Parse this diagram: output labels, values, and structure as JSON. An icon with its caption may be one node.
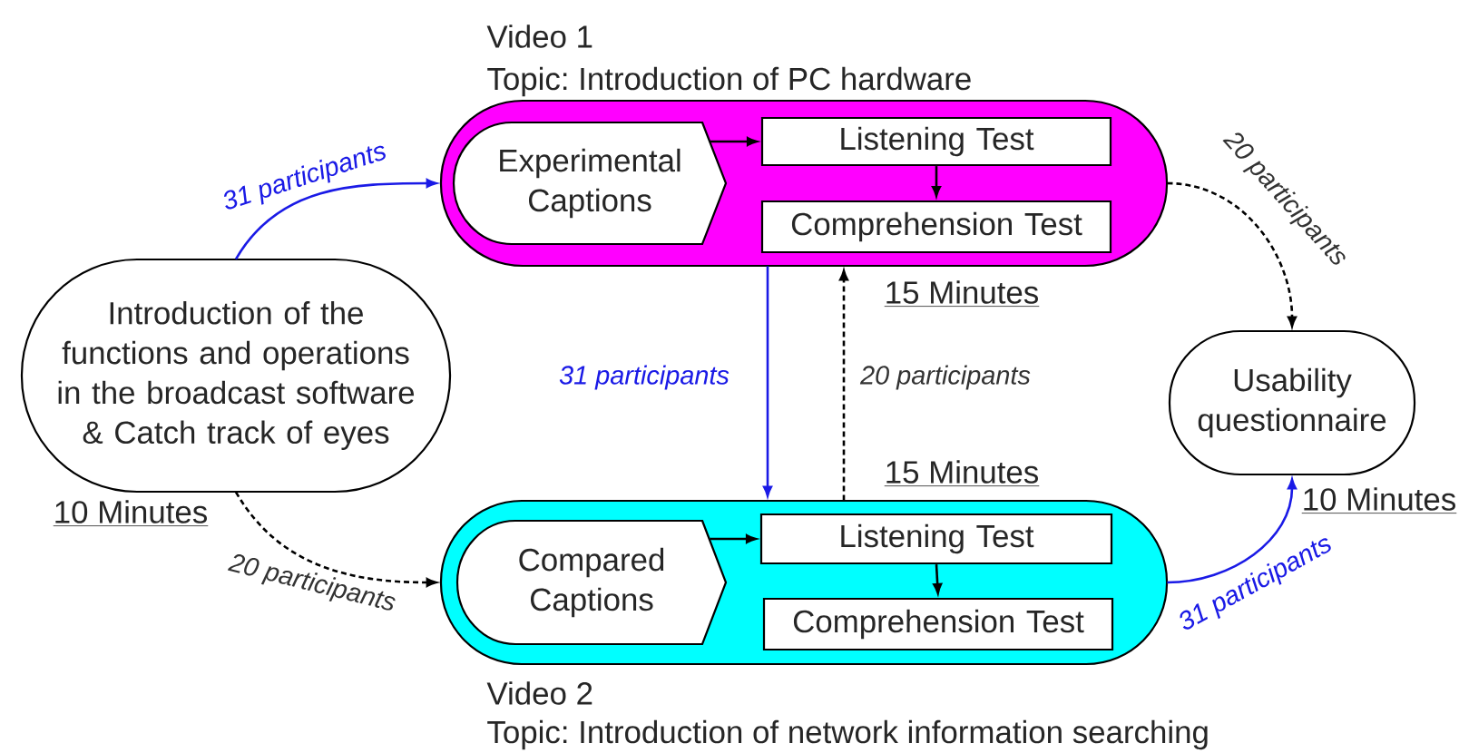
{
  "diagram": {
    "nodes": [
      {
        "text": [
          "Introduction of the functions and operations in the broadcast software & Catch track of eyes"
        ],
        "beside": [
          "10 Minutes"
        ]
      },
      {
        "text": [
          "Video 1",
          "Topic: Introduction of PC hardware"
        ],
        "beside": [
          "15 Minutes"
        ]
      },
      {
        "text": [
          "Experimental Captions"
        ],
        "in": 1
      },
      {
        "text": [
          "Listening Test"
        ],
        "in": 1
      },
      {
        "text": [
          "Comprehension Test"
        ],
        "in": 1
      },
      {
        "text": [
          "Video 2",
          "Topic: Introduction of network information searching"
        ],
        "beside": [
          "15 Minutes"
        ]
      },
      {
        "text": [
          "Compared Captions"
        ],
        "in": 5
      },
      {
        "text": [
          "Listening Test"
        ],
        "in": 5
      },
      {
        "text": [
          "Comprehension Test"
        ],
        "in": 5
      },
      {
        "text": [
          "Usability questionnaire"
        ],
        "beside": [
          "10 Minutes"
        ]
      }
    ],
    "edges": [
      {
        "from": 0,
        "to": 1,
        "arrow": "to",
        "label": "31 participants",
        "color": "#1a1ae6"
      },
      {
        "from": 0,
        "to": 5,
        "arrow": "to",
        "label": "20 participants",
        "style": "dashed"
      },
      {
        "from": 2,
        "to": 3,
        "arrow": "to"
      },
      {
        "from": 3,
        "to": 4,
        "arrow": "to"
      },
      {
        "from": 1,
        "to": 5,
        "arrow": "to",
        "label": "31 participants",
        "color": "#1a1ae6"
      },
      {
        "from": 5,
        "to": 1,
        "arrow": "to",
        "label": "20 participants",
        "style": "dashed"
      },
      {
        "from": 6,
        "to": 7,
        "arrow": "to"
      },
      {
        "from": 7,
        "to": 8,
        "arrow": "to"
      },
      {
        "from": 1,
        "to": 9,
        "arrow": "to",
        "label": "20 participants",
        "style": "dashed"
      },
      {
        "from": 5,
        "to": 9,
        "arrow": "to",
        "label": "31 participants",
        "color": "#1a1ae6"
      }
    ]
  }
}
